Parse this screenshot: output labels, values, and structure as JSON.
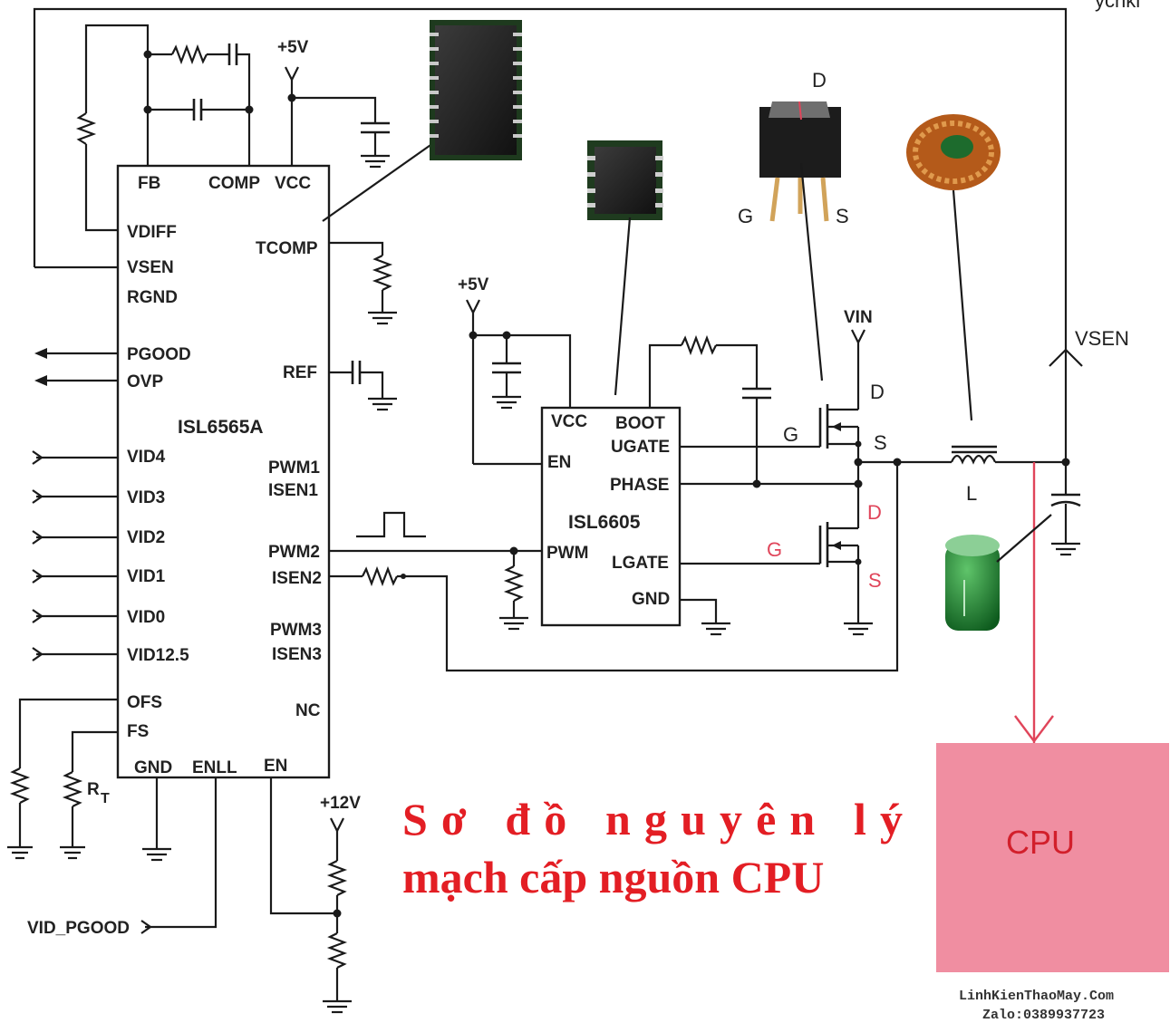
{
  "diagram": {
    "title_line1": "Sơ  đồ  nguyên  lý",
    "title_line2": "mạch cấp nguồn CPU",
    "watermark_line1": "LinhKienThaoMay.Com",
    "watermark_line2": "Zalo:0389937723",
    "corner_text": "ychki",
    "controller": {
      "name": "ISL6565A",
      "pins_top": [
        "FB",
        "COMP",
        "VCC"
      ],
      "pins_left": [
        "VDIFF",
        "VSEN",
        "RGND",
        "PGOOD",
        "OVP",
        "VID4",
        "VID3",
        "VID2",
        "VID1",
        "VID0",
        "VID12.5",
        "OFS",
        "FS"
      ],
      "pins_right": [
        "TCOMP",
        "REF",
        "PWM1",
        "ISEN1",
        "PWM2",
        "ISEN2",
        "PWM3",
        "ISEN3",
        "NC"
      ],
      "pins_bottom": [
        "GND",
        "ENLL",
        "EN"
      ]
    },
    "driver": {
      "name": "ISL6605",
      "pins_left": [
        "VCC",
        "EN",
        "PWM"
      ],
      "pins_right": [
        "BOOT",
        "UGATE",
        "PHASE",
        "LGATE",
        "GND"
      ]
    },
    "supplies": {
      "v5_top": "+5V",
      "v5_driver": "+5V",
      "v12": "+12V",
      "vin": "VIN",
      "vsen": "VSEN"
    },
    "rt_label": "R",
    "rt_sub": "T",
    "vid_pgood": "VID_PGOOD",
    "inductor_label": "L",
    "mosfet_photo_labels": {
      "d": "D",
      "g": "G",
      "s": "S"
    },
    "upper_fet": {
      "d": "D",
      "g": "G",
      "s": "S"
    },
    "lower_fet": {
      "d": "D",
      "g": "G",
      "s": "S"
    },
    "cpu_label": "CPU",
    "colors": {
      "title": "#e31e24",
      "cpu_box": "#f08ea1",
      "cpu_arrow": "#e0455a",
      "wire": "#1a1a1a"
    }
  }
}
